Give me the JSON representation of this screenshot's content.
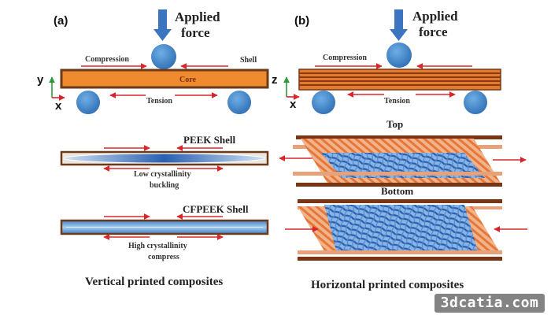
{
  "panel_a": {
    "label": "(a)",
    "applied_force": [
      "Applied",
      "force"
    ],
    "compression": "Compression",
    "tension": "Tension",
    "shell": "Shell",
    "core": "Core",
    "axis_y": "y",
    "axis_x": "x",
    "peek_shell": "PEEK Shell",
    "low_crystallinity": [
      "Low crystallinity",
      "buckling"
    ],
    "cfpeek_shell": "CFPEEK Shell",
    "high_crystallinity": [
      "High crystallinity",
      "compress"
    ],
    "caption": "Vertical printed composites"
  },
  "panel_b": {
    "label": "(b)",
    "applied_force": [
      "Applied",
      "force"
    ],
    "compression": "Compression",
    "tension": "Tension",
    "axis_z": "z",
    "axis_x": "x",
    "top": "Top",
    "bottom": "Bottom",
    "caption": "Horizontal printed composites"
  },
  "watermark": "3dcatia.com",
  "colors": {
    "force_arrow": "#3b74bf",
    "roller": "#3b82c4",
    "tension_compression_arrow": "#d9262b",
    "core_fill": "#f08a2e",
    "beam_outline": "#6a3a1a",
    "fiber_brown": "#7a3614",
    "fiber_orange": "#f0a070",
    "mesh_blue": "#3a78c8",
    "shell_blue": "#6aa8de"
  }
}
